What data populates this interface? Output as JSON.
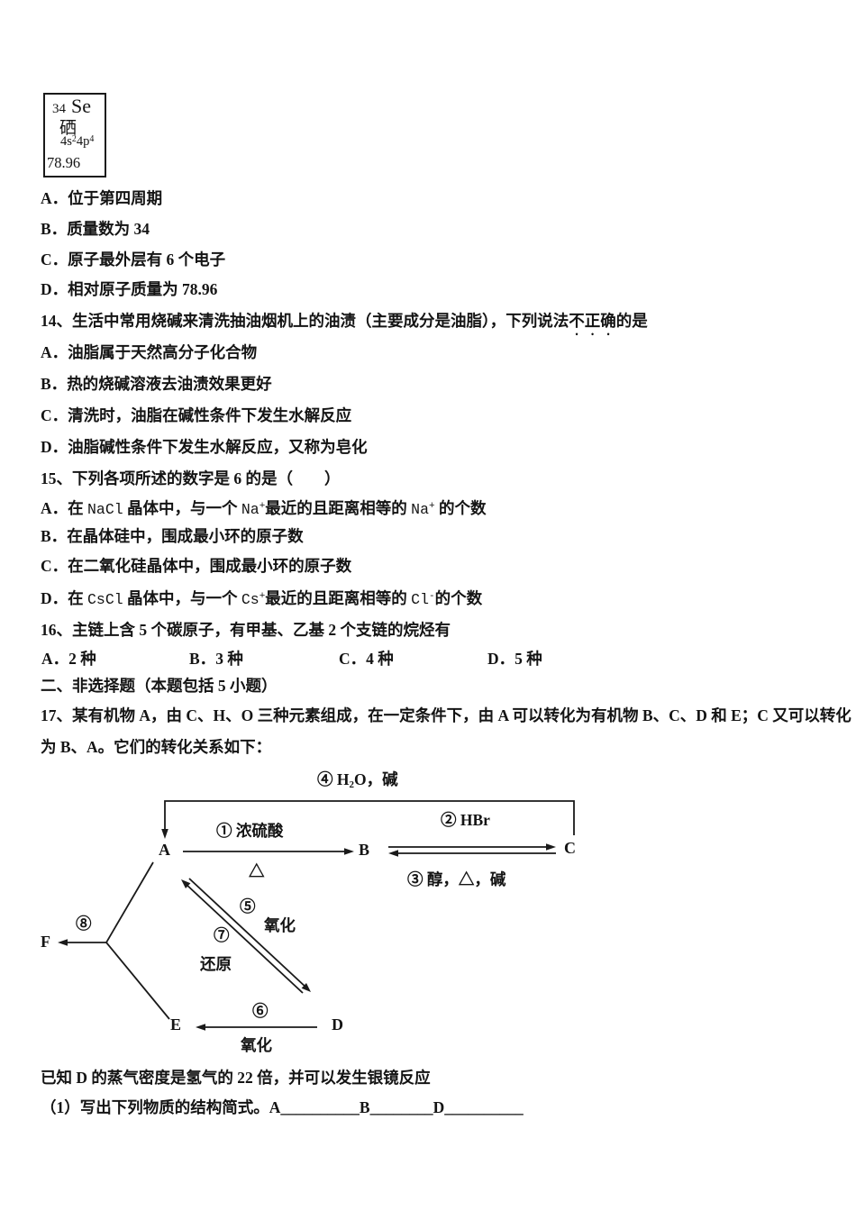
{
  "element_box": {
    "atomic_number": "34",
    "symbol": "Se",
    "name": "硒",
    "config_segments": [
      {
        "t": "4s"
      },
      {
        "t": "2",
        "c": "sup"
      },
      {
        "t": "4p"
      },
      {
        "t": "4",
        "c": "sup"
      }
    ],
    "mass": "78.96"
  },
  "options_top": [
    {
      "label": "A．",
      "text": "位于第四周期"
    },
    {
      "label": "B．",
      "text": "质量数为 34"
    },
    {
      "label": "C．",
      "text": "原子最外层有 6 个电子"
    },
    {
      "label": "D．",
      "text": "相对原子质量为 78.96"
    }
  ],
  "q14": {
    "stem_segments": [
      {
        "t": "14、生活中常用烧碱来清洗抽油烟机上的油渍（主要成分是油脂），下列说法"
      },
      {
        "t": "不正确",
        "c": "emdot"
      },
      {
        "t": "的是"
      }
    ],
    "options": [
      {
        "label": "A．",
        "text": "油脂属于天然高分子化合物"
      },
      {
        "label": "B．",
        "text": "热的烧碱溶液去油渍效果更好"
      },
      {
        "label": "C．",
        "text": "清洗时，油脂在碱性条件下发生水解反应"
      },
      {
        "label": "D．",
        "text": "油脂碱性条件下发生水解反应，又称为皂化"
      }
    ]
  },
  "q15": {
    "stem": "15、下列各项所述的数字是 6 的是（　　）",
    "options": [
      {
        "label": "A．",
        "segments": [
          {
            "t": "在 "
          },
          {
            "t": "NaCl",
            "c": "mono"
          },
          {
            "t": " 晶体中，与一个 "
          },
          {
            "t": "Na",
            "c": "mono"
          },
          {
            "t": "+",
            "c": "mono sup"
          },
          {
            "t": "最近的且距离相等的 "
          },
          {
            "t": "Na",
            "c": "mono"
          },
          {
            "t": "+",
            "c": "mono sup"
          },
          {
            "t": " 的个数"
          }
        ]
      },
      {
        "label": "B．",
        "segments": [
          {
            "t": "在晶体硅中，围成最小环的原子数"
          }
        ]
      },
      {
        "label": "C．",
        "segments": [
          {
            "t": "在二氧化硅晶体中，围成最小环的原子数"
          }
        ]
      },
      {
        "label": "D．",
        "segments": [
          {
            "t": "在 "
          },
          {
            "t": "CsCl",
            "c": "mono"
          },
          {
            "t": " 晶体中，与一个 "
          },
          {
            "t": "Cs",
            "c": "mono"
          },
          {
            "t": "+",
            "c": "mono sup"
          },
          {
            "t": "最近的且距离相等的 "
          },
          {
            "t": "Cl",
            "c": "mono"
          },
          {
            "t": "-",
            "c": "mono sup"
          },
          {
            "t": "的个数"
          }
        ]
      }
    ]
  },
  "q16": {
    "stem": "16、主链上含 5 个碳原子，有甲基、乙基 2 个支链的烷烃有",
    "options": [
      {
        "label": "A．",
        "text": "2 种"
      },
      {
        "label": "B．",
        "text": "3 种"
      },
      {
        "label": "C．",
        "text": "4 种"
      },
      {
        "label": "D．",
        "text": "5 种"
      }
    ]
  },
  "section2_heading": "二、非选择题（本题包括 5 小题）",
  "q17": {
    "stem_line1": "17、某有机物 A，由 C、H、O 三种元素组成，在一定条件下，由 A 可以转化为有机物 B、C、D 和 E；C 又可以转化",
    "stem_line2": "为 B、A。它们的转化关系如下：",
    "note": "已知 D 的蒸气密度是氢气的 22 倍，并可以发生银镜反应",
    "sub1_segments": [
      {
        "t": "（1）写出下列物质的结构简式。A"
      },
      {
        "t": "__________"
      },
      {
        "t": "B"
      },
      {
        "t": "________"
      },
      {
        "t": "D"
      },
      {
        "t": "__________"
      }
    ]
  },
  "diagram": {
    "nodes": {
      "a": "A",
      "b": "B",
      "c": "C",
      "d": "D",
      "e": "E",
      "f": "F"
    },
    "labels": {
      "route4_segments": [
        {
          "t": "④ H"
        },
        {
          "t": "2",
          "c": "sub"
        },
        {
          "t": "O，碱"
        }
      ],
      "route1": "① 浓硫酸",
      "delta1": "△",
      "route2": "② HBr",
      "route3": "③ 醇，△，碱",
      "route5": "⑤",
      "oxid5": "氧化",
      "route7": "⑦",
      "red7": "还原",
      "route8": "⑧",
      "route6": "⑥",
      "oxid6": "氧化"
    }
  }
}
